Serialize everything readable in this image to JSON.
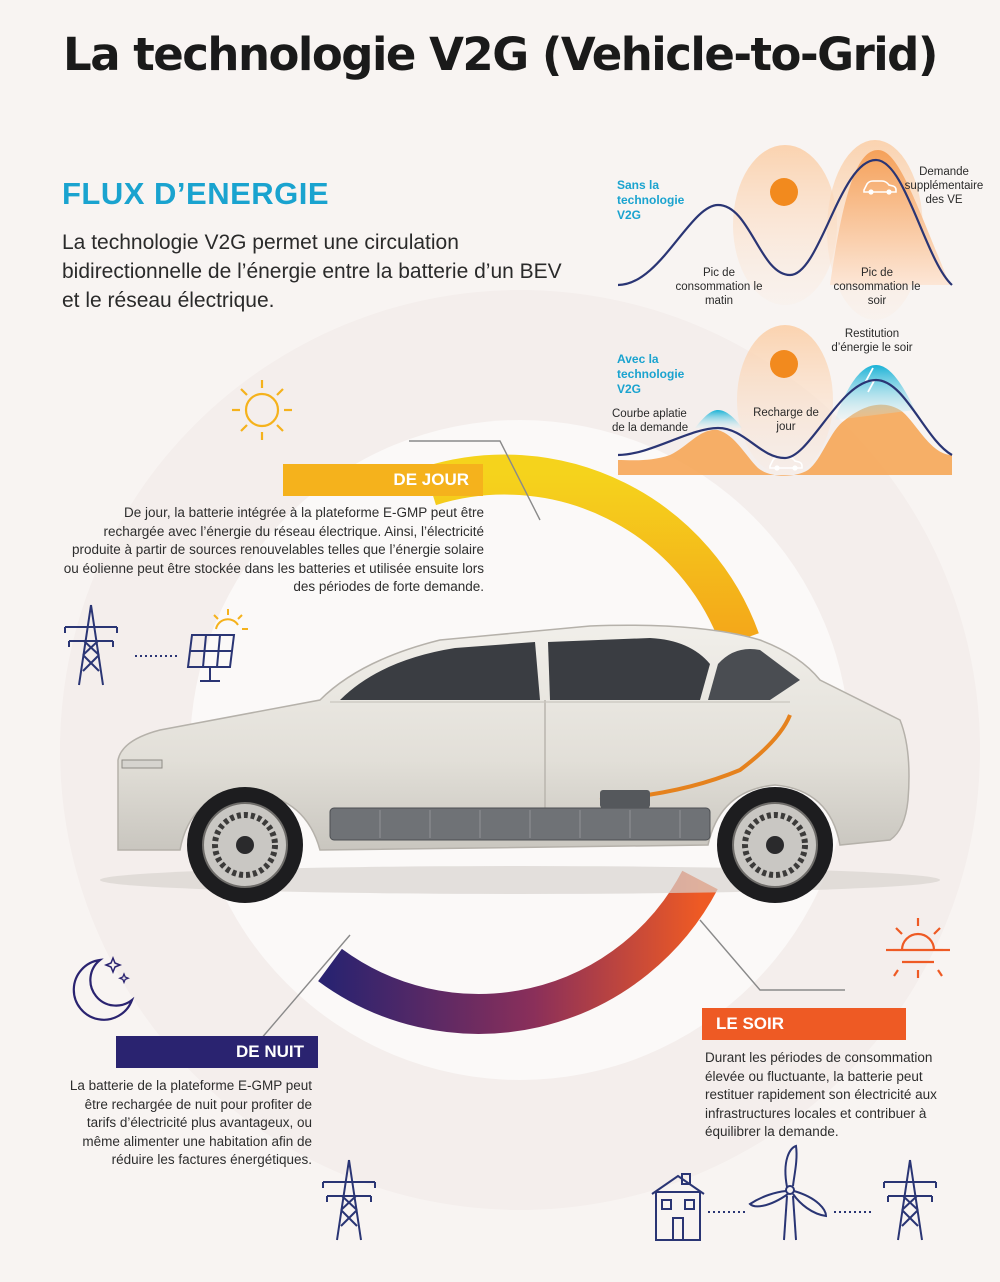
{
  "title": "La technologie V2G (Vehicle-to-Grid)",
  "section": {
    "heading": "FLUX D’ENERGIE",
    "intro": "La technologie V2G permet une circulation bidirectionnelle de l’énergie entre la batterie d’un BEV et le réseau électrique."
  },
  "chart_without": {
    "label": "Sans la technologie V2G",
    "peak_morning": "Pic de consommation le matin",
    "peak_evening": "Pic de consommation le soir",
    "extra_demand": "Demande supplémentaire des VE"
  },
  "chart_with": {
    "label": "Avec la technologie V2G",
    "flattened": "Courbe aplatie de la demande",
    "day_charge": "Recharge de jour",
    "evening_return": "Restitution d’énergie le soir"
  },
  "day": {
    "badge": "DE JOUR",
    "text": "De jour, la batterie intégrée à la plateforme E-GMP peut être rechargée avec l’énergie du réseau électrique. Ainsi, l’électricité produite à partir de sources renouvelables telles que l’énergie solaire ou éolienne peut être stockée dans les batteries et utilisée ensuite lors des périodes de forte demande."
  },
  "night": {
    "badge": "DE NUIT",
    "text": "La batterie de la plateforme E-GMP peut être rechargée de nuit pour profiter de tarifs d’électricité plus avantageux, ou même alimenter une habitation afin de réduire les factures énergétiques."
  },
  "evening": {
    "badge": "LE SOIR",
    "text": "Durant les périodes de consommation élevée ou fluctuante, la batterie peut restituer rapidement son électricité aux infrastructures locales et contribuer à équilibrer la demande."
  },
  "colors": {
    "accent_blue": "#1aa3cf",
    "day_yellow": "#f5b21c",
    "evening_orange": "#ee5a24",
    "night_navy": "#2a2370",
    "icon_navy": "#2a3574"
  },
  "icons": [
    "sun-icon",
    "pylon-icon",
    "solar-panel-icon",
    "moon-stars-icon",
    "sunset-icon",
    "house-icon",
    "wind-turbine-icon",
    "car-icon",
    "lightning-icon"
  ]
}
